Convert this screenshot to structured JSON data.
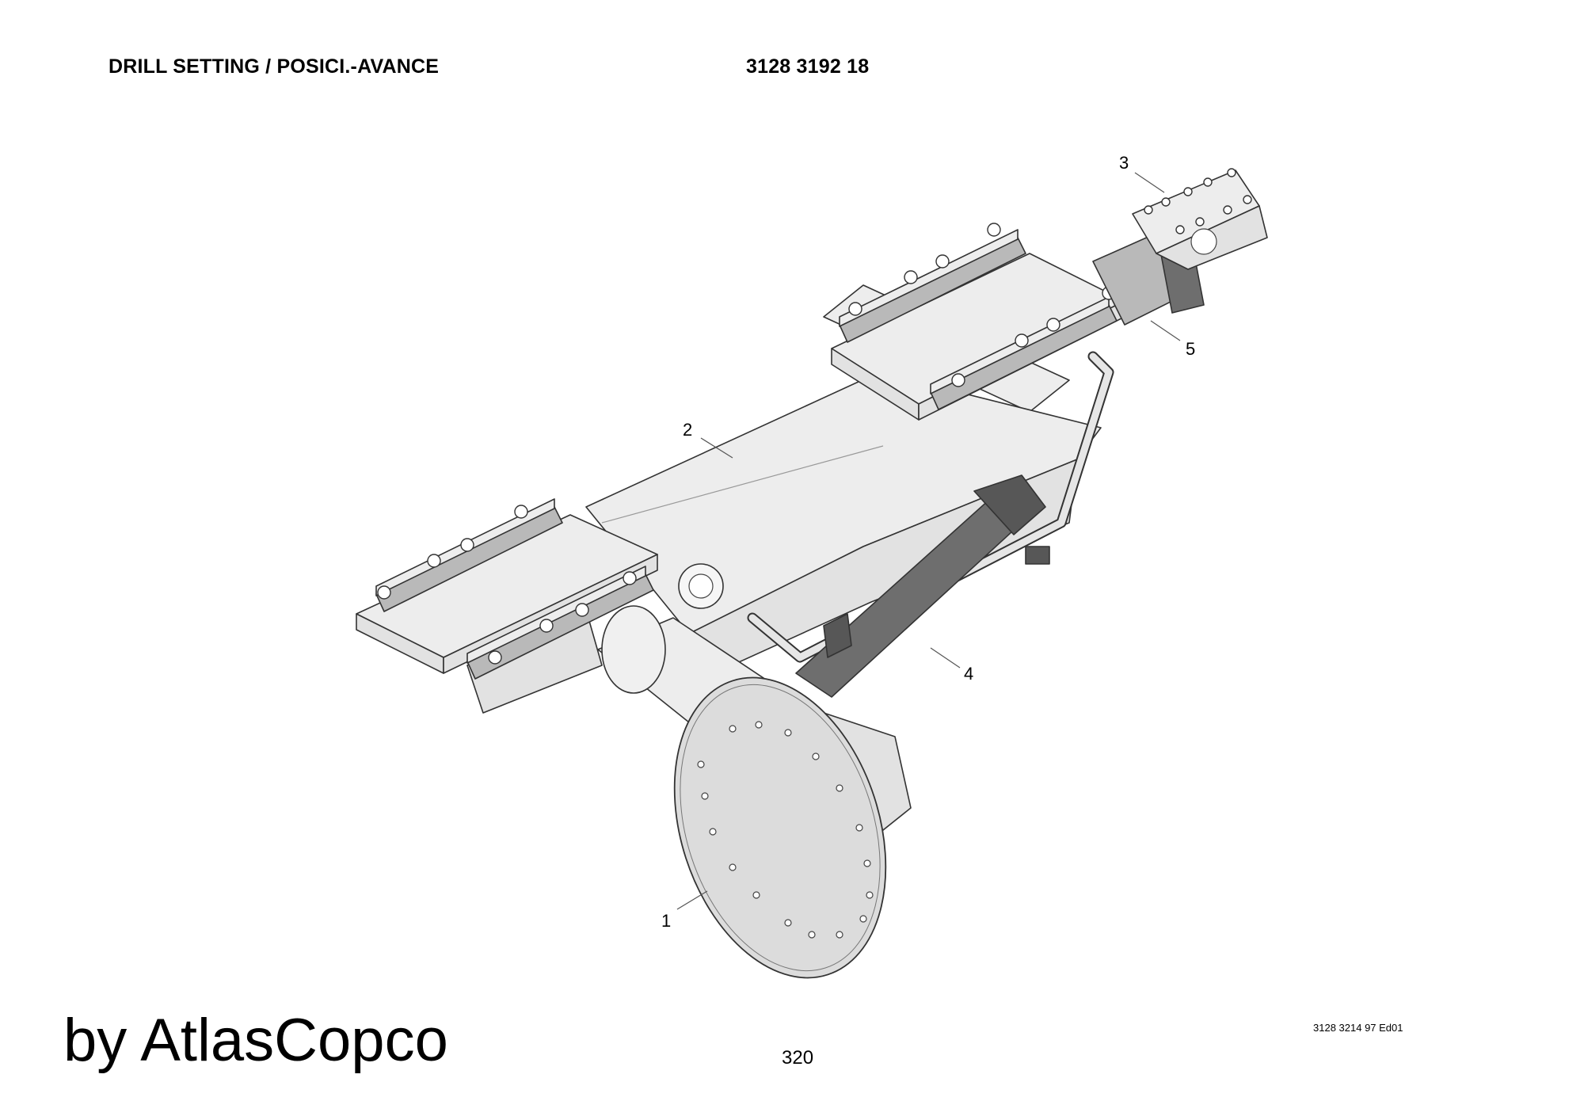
{
  "header": {
    "title": "DRILL SETTING / POSICI.-AVANCE",
    "part_number": "3128 3192 18"
  },
  "callouts": [
    {
      "id": "1",
      "label": "1"
    },
    {
      "id": "2",
      "label": "2"
    },
    {
      "id": "3",
      "label": "3"
    },
    {
      "id": "4",
      "label": "4"
    },
    {
      "id": "5",
      "label": "5"
    }
  ],
  "footer": {
    "brand": "by AtlasCopco",
    "page_number": "320",
    "document_ref": "3128 3214 97 Ed01"
  }
}
